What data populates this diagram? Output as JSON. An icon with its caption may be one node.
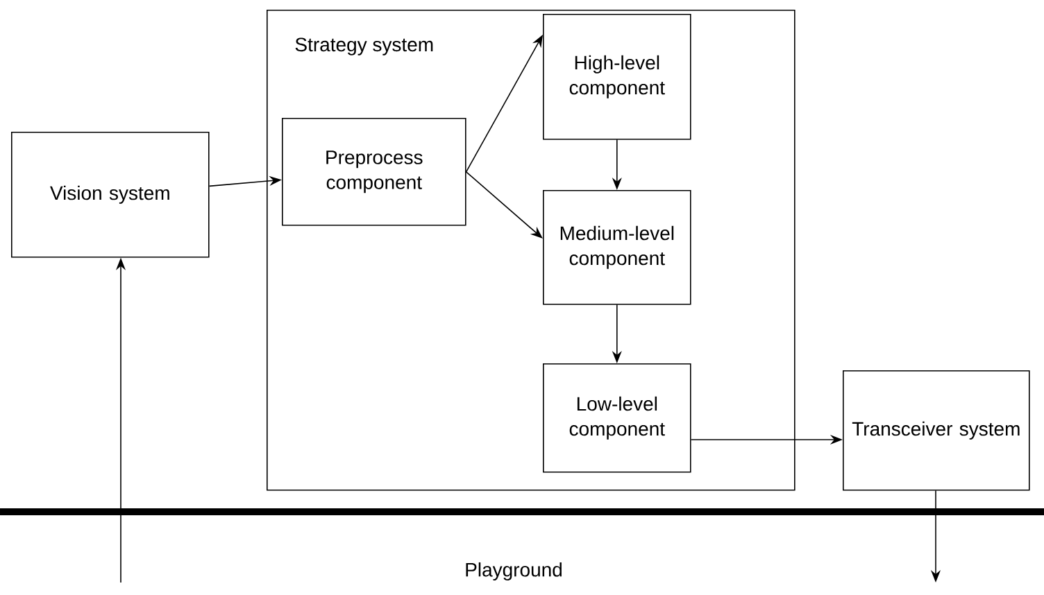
{
  "diagram": {
    "nodes": [
      {
        "text": [
          "Vision system"
        ]
      },
      {
        "text": [
          "Strategy system"
        ]
      },
      {
        "text": [
          "Preprocess component"
        ],
        "in": 1
      },
      {
        "text": [
          "High-level component"
        ],
        "in": 1
      },
      {
        "text": [
          "Medium-level component"
        ],
        "in": 1
      },
      {
        "text": [
          "Low-level component"
        ],
        "in": 1
      },
      {
        "text": [
          "Transceiver system"
        ]
      },
      {
        "text": [
          "Playground"
        ]
      }
    ],
    "edges": [
      {
        "from": 0,
        "to": 2,
        "arrow": "to"
      },
      {
        "from": 2,
        "to": 3,
        "arrow": "to"
      },
      {
        "from": 2,
        "to": 4,
        "arrow": "to"
      },
      {
        "from": 3,
        "to": 4,
        "arrow": "to"
      },
      {
        "from": 4,
        "to": 5,
        "arrow": "to"
      },
      {
        "from": 5,
        "to": 6,
        "arrow": "to"
      },
      {
        "from": 7,
        "to": 0,
        "arrow": "to"
      },
      {
        "from": 6,
        "to": 7,
        "arrow": "to"
      }
    ]
  }
}
